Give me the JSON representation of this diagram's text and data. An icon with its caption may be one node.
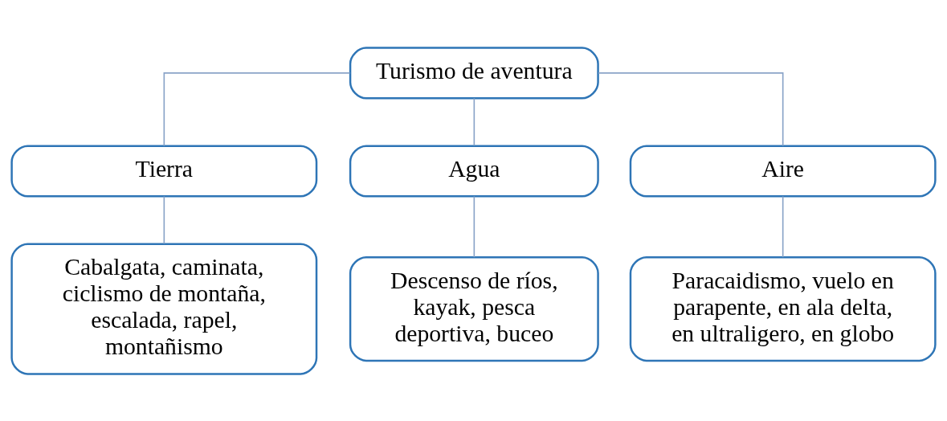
{
  "diagram": {
    "nodes": [
      {
        "text": [
          "Turismo de aventura"
        ]
      },
      {
        "text": [
          "Tierra"
        ]
      },
      {
        "text": [
          "Agua"
        ]
      },
      {
        "text": [
          "Aire"
        ]
      },
      {
        "text": [
          "Cabalgata, caminata, ciclismo de montaña, escalada, rapel, montañismo"
        ]
      },
      {
        "text": [
          "Descenso de ríos, kayak, pesca deportiva, buceo"
        ]
      },
      {
        "text": [
          "Paracaidismo, vuelo en parapente, en ala delta, en ultraligero, en globo"
        ]
      }
    ],
    "edges": [
      {
        "from": 0,
        "to": 1,
        "arrow": "none"
      },
      {
        "from": 0,
        "to": 2,
        "arrow": "none"
      },
      {
        "from": 0,
        "to": 3,
        "arrow": "none"
      },
      {
        "from": 1,
        "to": 4,
        "arrow": "none"
      },
      {
        "from": 2,
        "to": 5,
        "arrow": "none"
      },
      {
        "from": 3,
        "to": 6,
        "arrow": "none"
      }
    ]
  }
}
